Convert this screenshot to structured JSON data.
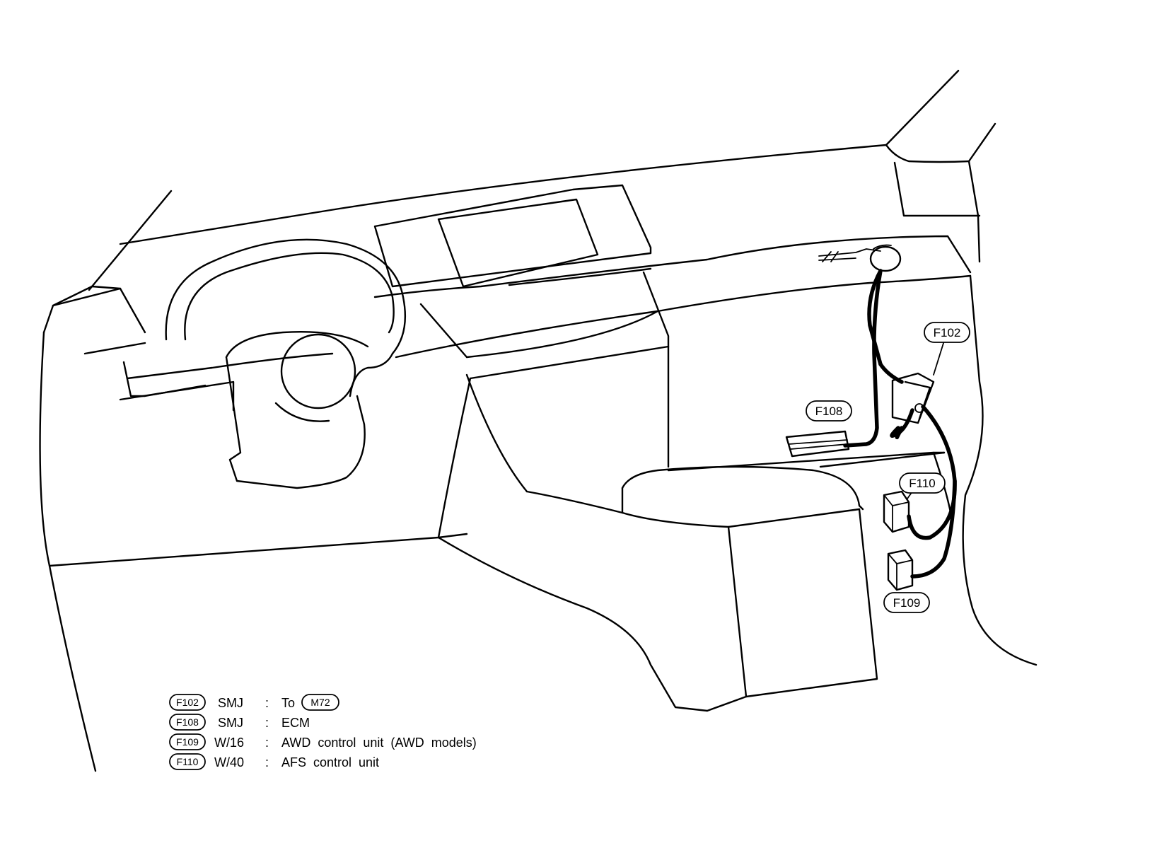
{
  "callouts": [
    {
      "id": "f102",
      "label": "F102"
    },
    {
      "id": "f108",
      "label": "F108"
    },
    {
      "id": "f110",
      "label": "F110"
    },
    {
      "id": "f109",
      "label": "F109"
    }
  ],
  "legend": [
    {
      "code": "F102",
      "type": "SMJ",
      "sep": ":",
      "desc": "To",
      "ref": "M72"
    },
    {
      "code": "F108",
      "type": "SMJ",
      "sep": ":",
      "desc": "ECM"
    },
    {
      "code": "F109",
      "type": "W/16",
      "sep": ":",
      "desc": "AWD  control  unit  (AWD  models)"
    },
    {
      "code": "F110",
      "type": "W/40",
      "sep": ":",
      "desc": "AFS  control  unit"
    }
  ]
}
